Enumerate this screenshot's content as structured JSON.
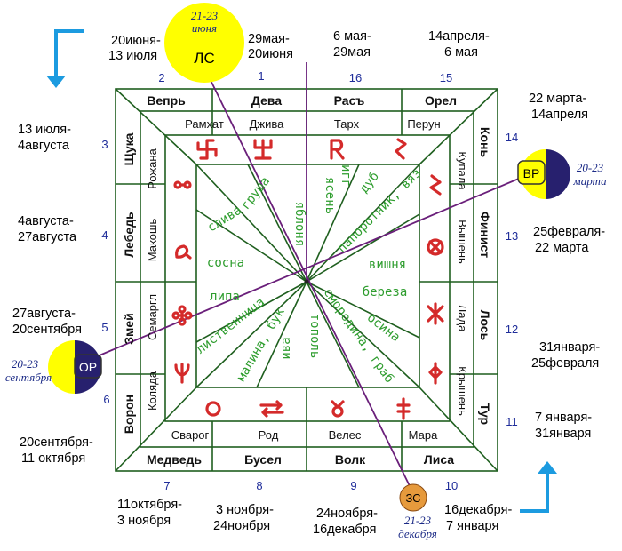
{
  "houses": {
    "outer_top": [
      "Вепрь",
      "Дева",
      "Расъ",
      "Орел"
    ],
    "outer_right": [
      "Конь",
      "Финист",
      "Лось",
      "Тур"
    ],
    "outer_bottom": [
      "Медведь",
      "Бусел",
      "Волк",
      "Лиса"
    ],
    "outer_left": [
      "Щука",
      "Лебедь",
      "Змей",
      "Ворон"
    ]
  },
  "gods": {
    "top": [
      "Рамхат",
      "Джива",
      "Тарх",
      "Перун"
    ],
    "right": [
      "Купала",
      "Вышень",
      "Лада",
      "Крышень"
    ],
    "bottom": [
      "Сварог",
      "Род",
      "Велес",
      "Мара"
    ],
    "left": [
      "Рожана",
      "Макошь",
      "Семаргл",
      "Коляда"
    ]
  },
  "trees": {
    "yablonya": "яблоня",
    "yasen": "ясень",
    "igg": "игг",
    "grusha": "груша",
    "dub": "дуб",
    "sliva": "слива",
    "paporotnik": "папоротник, вяз",
    "sosna": "сосна",
    "vishnya": "вишня",
    "lipa": "липа",
    "bereza": "береза",
    "listvennica": "лиственница",
    "osina": "осина",
    "malina": "малина, бук",
    "iva": "ива",
    "topol": "тополь",
    "smorodina": "смородина, граб"
  },
  "numbers": [
    "1",
    "2",
    "3",
    "4",
    "5",
    "6",
    "7",
    "8",
    "9",
    "10",
    "11",
    "12",
    "13",
    "14",
    "15",
    "16"
  ],
  "dates": {
    "d1": [
      "29мая-",
      "20июня"
    ],
    "d2": [
      "20июня-",
      "13 июля"
    ],
    "d3": [
      "13 июля-",
      "4августа"
    ],
    "d4": [
      "4августа-",
      "27августа"
    ],
    "d5": [
      "27августа-",
      "20сентября"
    ],
    "d6": [
      "20сентября-",
      "11 октября"
    ],
    "d7": [
      "11октября-",
      "3 ноября"
    ],
    "d8": [
      "3 ноября-",
      "24ноября"
    ],
    "d9": [
      "24ноября-",
      "16декабря"
    ],
    "d10": [
      "16декабря-",
      "7 января"
    ],
    "d11": [
      "7 января-",
      "31января"
    ],
    "d12": [
      "31января-",
      "25февраля"
    ],
    "d13": [
      "25февраля-",
      "22 марта"
    ],
    "d14": [
      "22 марта-",
      "14апреля"
    ],
    "d15": [
      "14апреля-",
      "6 мая"
    ],
    "d16": [
      "6 мая-",
      "29мая"
    ]
  },
  "seasons": {
    "ls": {
      "label": "ЛС",
      "date": [
        "21-23",
        "июня"
      ]
    },
    "vr": {
      "label": "ВР",
      "date": [
        "20-23",
        "марта"
      ]
    },
    "or": {
      "label": "ОР",
      "date": [
        "20-23",
        "сентября"
      ]
    },
    "zs": {
      "label": "ЗС",
      "date": [
        "21-23",
        "декабря"
      ]
    }
  },
  "colors": {
    "grid": "#1f5f1f",
    "axis": "#6a1f7a",
    "tree_text": "#2e9d2e",
    "rune": "#d42a2a",
    "number": "#1f2d9a",
    "sun": "#ffff00",
    "night": "#27206e",
    "winter_sun": "#e69a3c",
    "arrow": "#1c9be0"
  },
  "icons": [
    "arrow-down-icon",
    "arrow-up-icon",
    "rune-icons"
  ]
}
